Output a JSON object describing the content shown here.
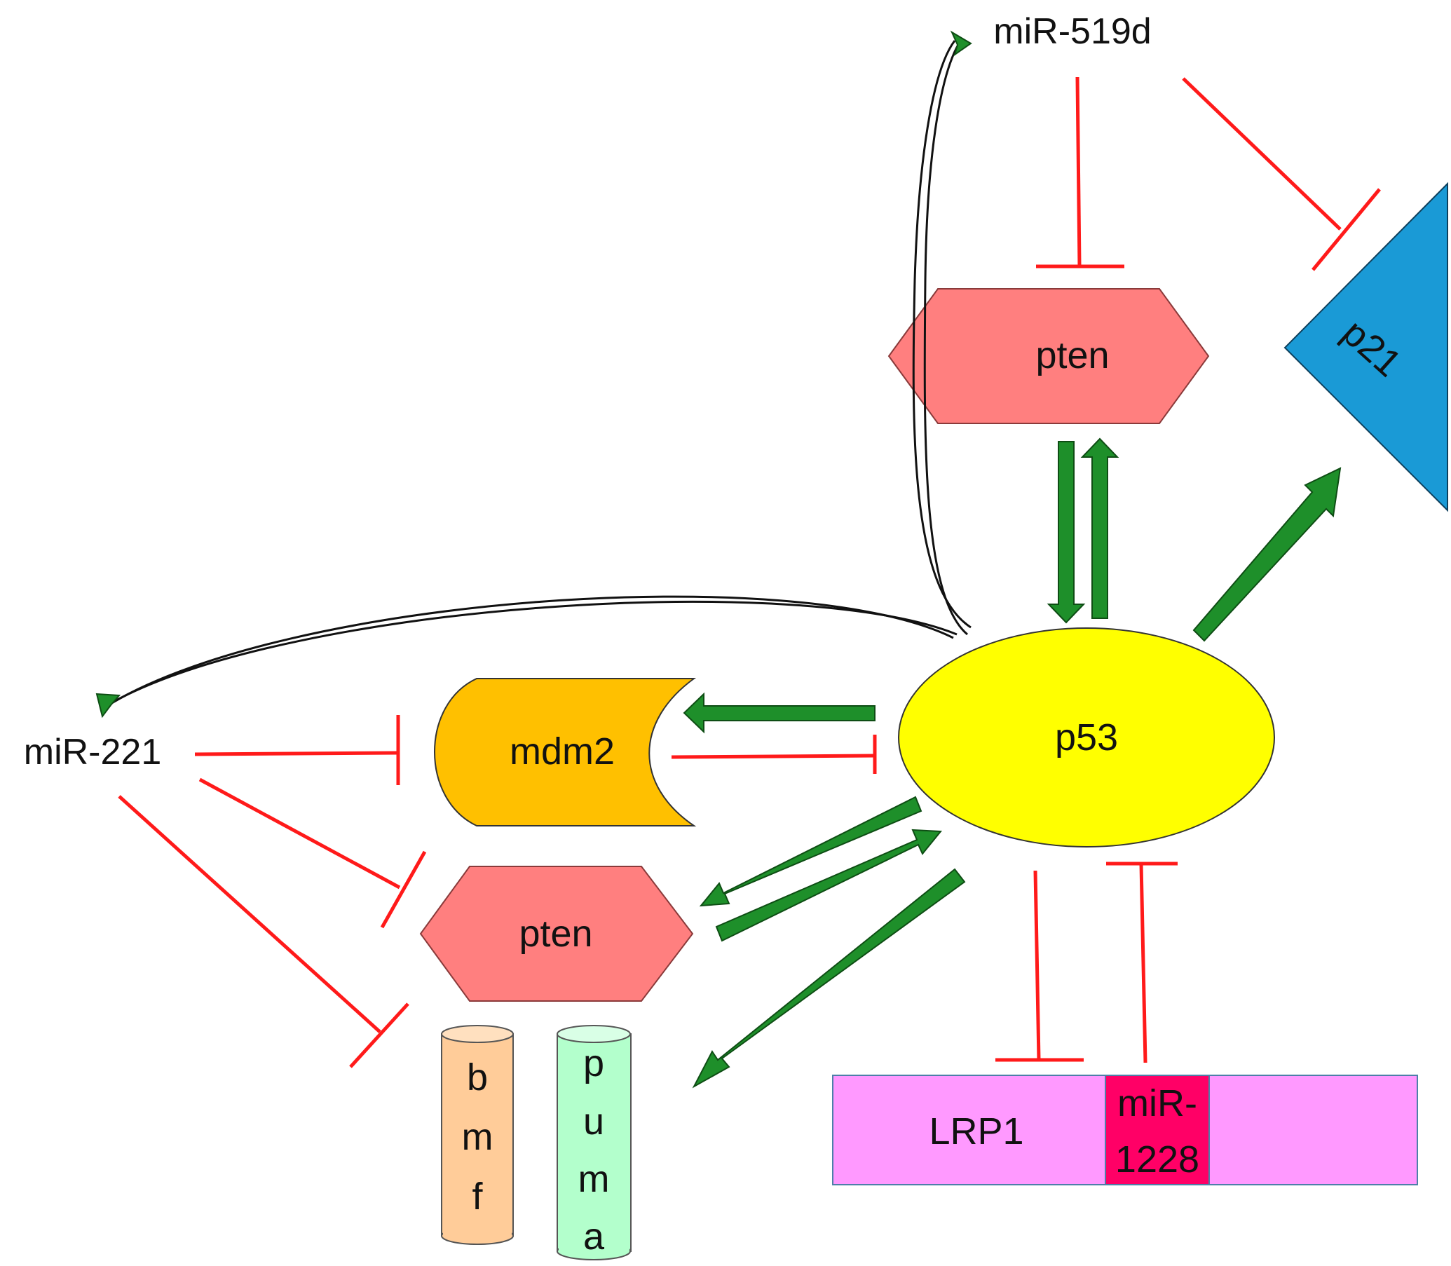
{
  "nodes": {
    "mir519d": "miR-519d",
    "pten_top": "pten",
    "p21": "p21",
    "mir221": "miR-221",
    "mdm2": "mdm2",
    "p53": "p53",
    "pten_bottom": "pten",
    "bmf": [
      "b",
      "m",
      "f"
    ],
    "puma": [
      "p",
      "u",
      "m",
      "a"
    ],
    "lrp1": "LRP1",
    "mir1228": [
      "miR-",
      "1228"
    ]
  },
  "colors": {
    "p53": "#ffff00",
    "pten": "#ff7f7f",
    "mdm2": "#ffc000",
    "p21": "#1a9ad6",
    "bmf": "#ffcc99",
    "puma": "#b3ffcc",
    "lrp1": "#ff99ff",
    "mir1228": "#ff0066",
    "inhibition": "#ff1a1a",
    "activation": "#1e8f2a"
  },
  "edges": [
    {
      "from": "miR-519d",
      "to": "pten (top)",
      "type": "inhibition"
    },
    {
      "from": "miR-519d",
      "to": "p21",
      "type": "inhibition"
    },
    {
      "from": "p53",
      "to": "miR-519d",
      "type": "activation"
    },
    {
      "from": "pten (top)",
      "to": "p53",
      "type": "activation"
    },
    {
      "from": "p53",
      "to": "pten (top)",
      "type": "activation"
    },
    {
      "from": "p53",
      "to": "p21",
      "type": "activation"
    },
    {
      "from": "p53",
      "to": "miR-221",
      "type": "activation"
    },
    {
      "from": "p53",
      "to": "mdm2",
      "type": "activation"
    },
    {
      "from": "mdm2",
      "to": "p53",
      "type": "inhibition"
    },
    {
      "from": "miR-221",
      "to": "mdm2",
      "type": "inhibition"
    },
    {
      "from": "miR-221",
      "to": "pten (bottom)",
      "type": "inhibition"
    },
    {
      "from": "miR-221",
      "to": "bmf/puma",
      "type": "inhibition"
    },
    {
      "from": "p53",
      "to": "pten (bottom)",
      "type": "activation"
    },
    {
      "from": "pten (bottom)",
      "to": "p53",
      "type": "activation"
    },
    {
      "from": "p53",
      "to": "bmf/puma",
      "type": "activation"
    },
    {
      "from": "p53",
      "to": "LRP1",
      "type": "inhibition"
    },
    {
      "from": "miR-1228",
      "to": "p53",
      "type": "inhibition"
    }
  ]
}
